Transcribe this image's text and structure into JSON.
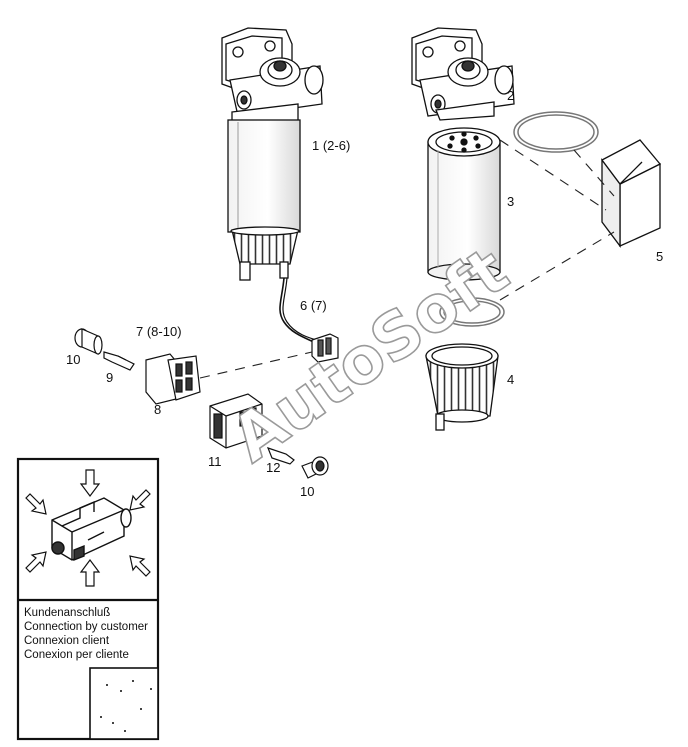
{
  "callouts": {
    "c1": "1 (2-6)",
    "c2": "2",
    "c3": "3",
    "c4": "4",
    "c5": "5",
    "c6": "6 (7)",
    "c7": "7 (8-10)",
    "c8": "8",
    "c9": "9",
    "c10a": "10",
    "c10b": "10",
    "c11": "11",
    "c12": "12"
  },
  "watermark": "AutoSoft",
  "connection_panel": {
    "lines": [
      "Kundenanschluß",
      "Connection by customer",
      "Connexion client",
      "Conexion per cliente"
    ]
  }
}
